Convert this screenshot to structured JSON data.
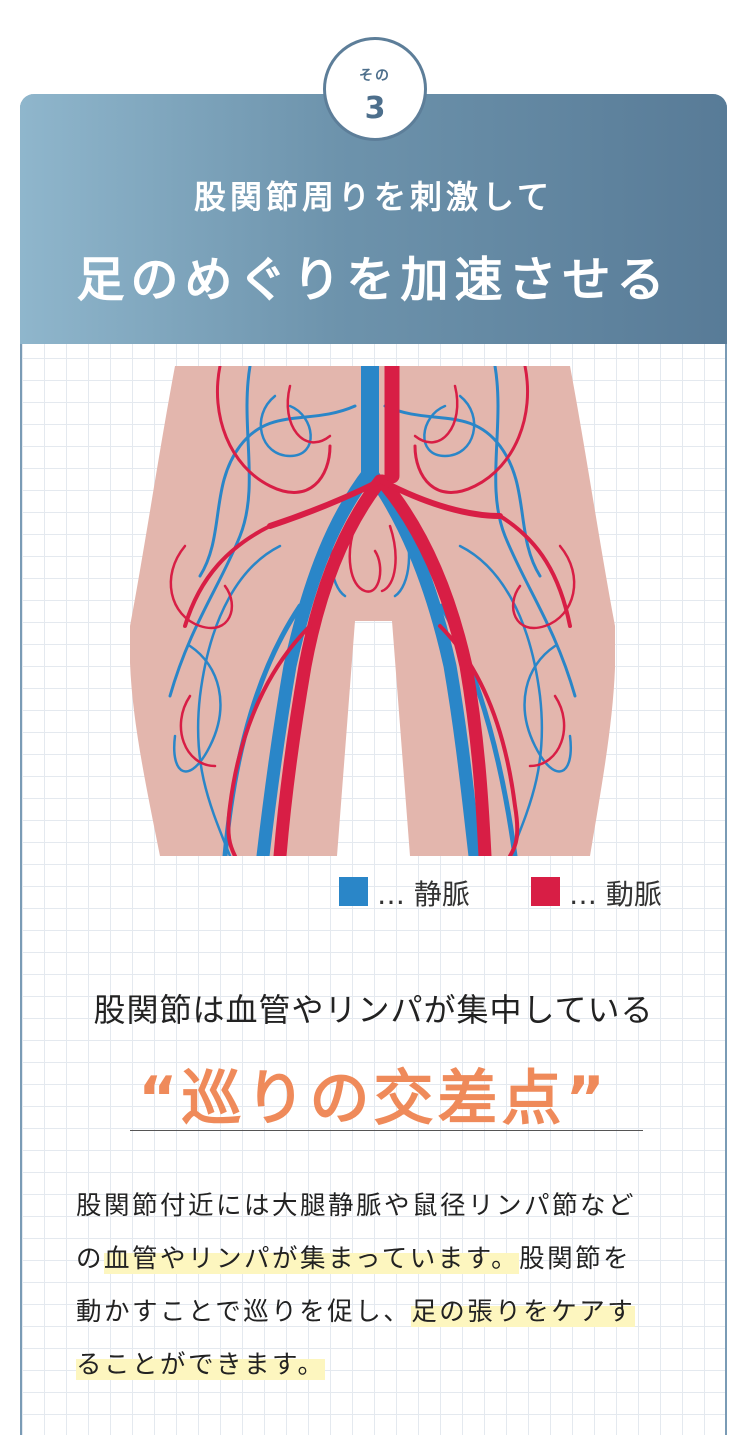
{
  "badge": {
    "label": "その",
    "number": "3"
  },
  "header": {
    "subtitle": "股関節周りを刺激して",
    "title": "足のめぐりを加速させる"
  },
  "colors": {
    "banner": "#6d93ac",
    "vein": "#2a86c8",
    "artery": "#d81e45",
    "skin": "#e3b6ad",
    "accent": "#ef8a5a",
    "marker": "#fdf6bf"
  },
  "legend": {
    "vein": "… 静脈",
    "artery": "… 動脈"
  },
  "lead": "股関節は血管やリンパが集中している",
  "highlight": "“巡りの交差点”",
  "body": {
    "p1": "股関節付近には大腿静脈や鼠径リンパ節など",
    "p2_pre": "の",
    "p2_mark": "血管やリンパが集まっています。",
    "p2_post": "股関節を",
    "p3_pre": "動かすことで巡りを促し、",
    "p3_mark": "足の張りをケアす",
    "p4_mark": "ることができます。"
  }
}
